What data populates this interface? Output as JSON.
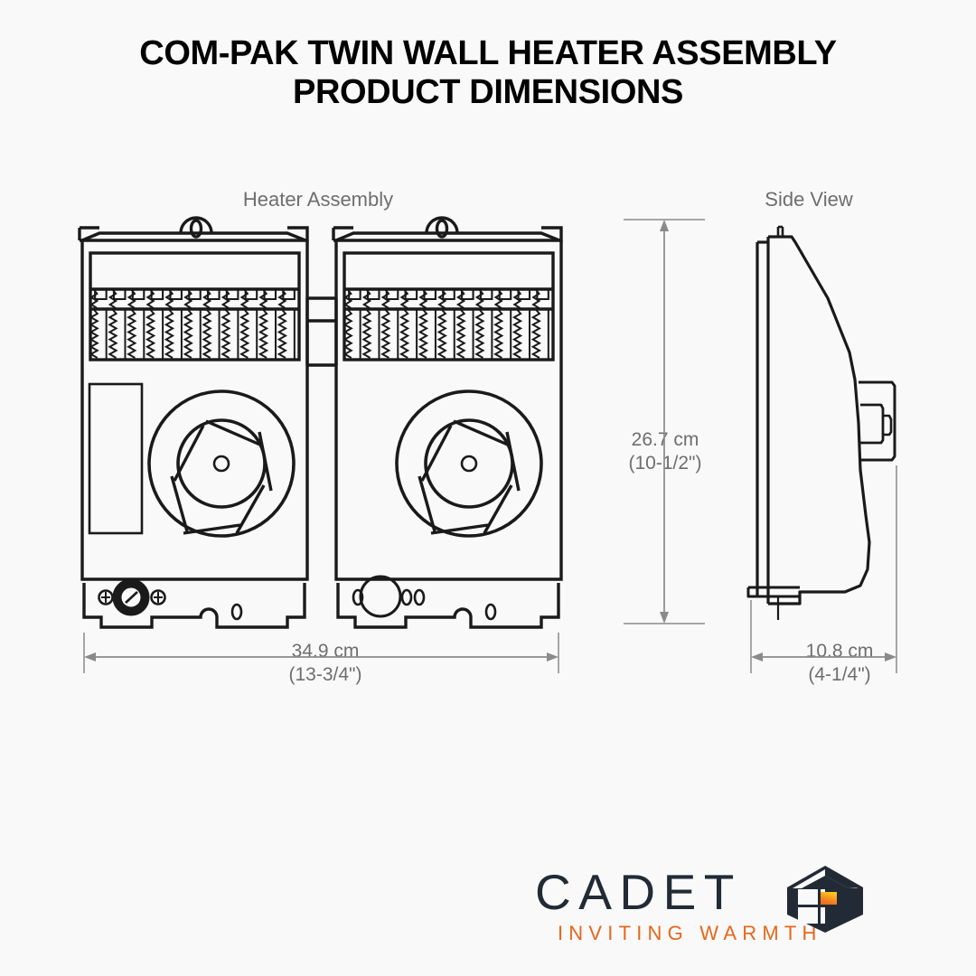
{
  "page": {
    "background_color": "#f9f9f9",
    "line_color": "#1a1a1a",
    "dimension_color": "#8a8a8a",
    "caption_color": "#6e6e6e"
  },
  "title": {
    "line1": "COM-PAK TWIN WALL HEATER ASSEMBLY",
    "line2": "PRODUCT DIMENSIONS"
  },
  "views": {
    "heater_assembly": {
      "caption": "Heater Assembly"
    },
    "side_view": {
      "caption": "Side View"
    }
  },
  "dimensions": {
    "height": {
      "metric": "26.7 cm",
      "imperial": "(10-1/2\")",
      "orientation": "vertical"
    },
    "width": {
      "metric": "34.9 cm",
      "imperial": "(13-3/4\")",
      "orientation": "horizontal"
    },
    "depth": {
      "metric": "10.8 cm",
      "imperial": "(4-1/4\")",
      "orientation": "horizontal"
    }
  },
  "logo": {
    "brand": "CADET",
    "tagline": "INVITING WARMTH",
    "brand_color": "#222b35",
    "tagline_color": "#e8661c",
    "accent_color": "#f7941e",
    "icon": "house-icon"
  }
}
